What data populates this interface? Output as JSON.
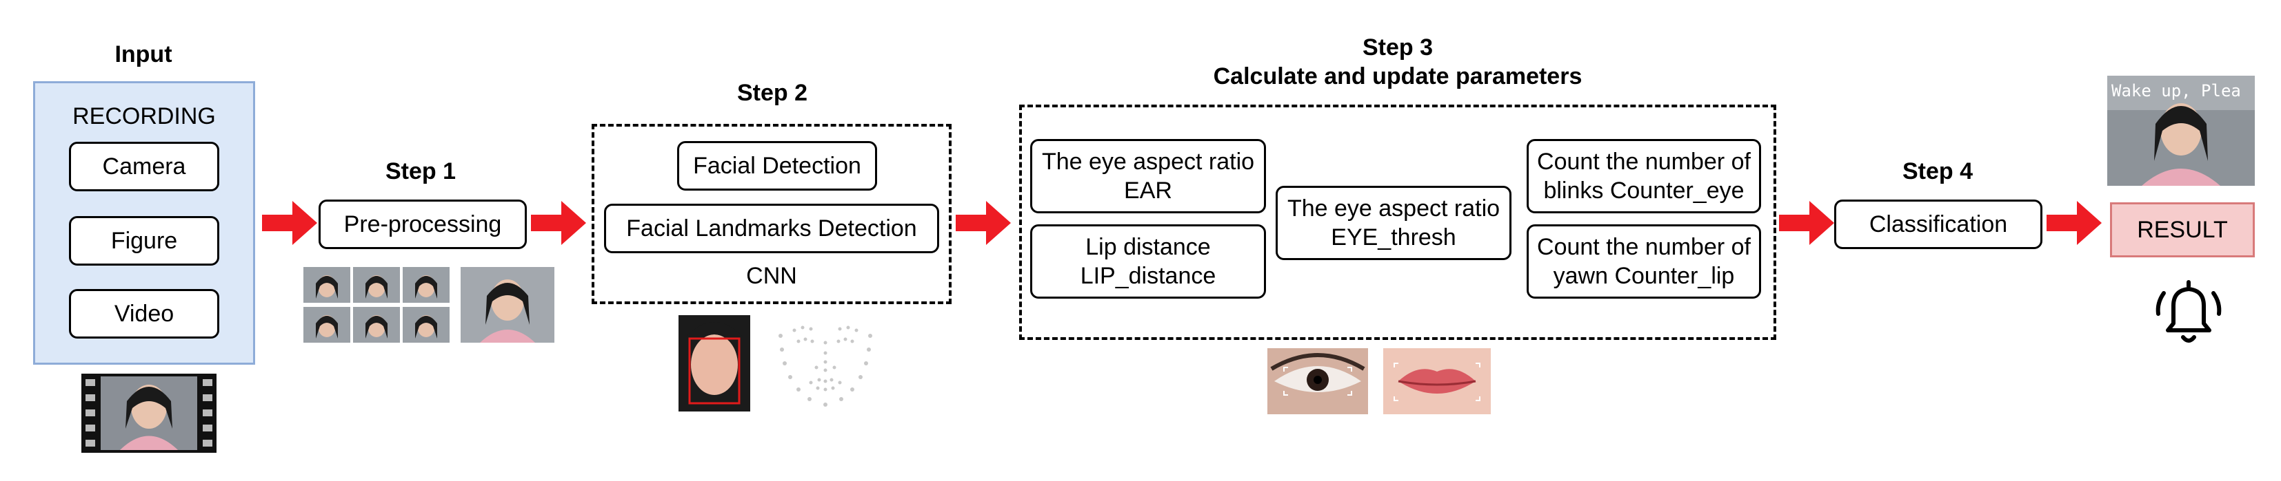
{
  "input": {
    "title": "Input",
    "panel_label": "RECORDING",
    "sources": [
      "Camera",
      "Figure",
      "Video"
    ]
  },
  "step1": {
    "title": "Step 1",
    "box": "Pre-processing"
  },
  "step2": {
    "title": "Step 2",
    "box_detection": "Facial Detection",
    "box_landmarks": "Facial Landmarks Detection",
    "model": "CNN"
  },
  "step3": {
    "title": "Step 3",
    "subtitle": "Calculate and update parameters",
    "ear_box": [
      "The eye aspect ratio",
      "EAR"
    ],
    "lip_box": [
      "Lip distance",
      "LIP_distance"
    ],
    "thresh_box": [
      "The eye aspect ratio",
      "EYE_thresh"
    ],
    "blink_box": [
      "Count the number of",
      "blinks Counter_eye"
    ],
    "yawn_box": [
      "Count the number of",
      "yawn Counter_lip"
    ]
  },
  "step4": {
    "title": "Step 4",
    "box": "Classification"
  },
  "output": {
    "result": "RESULT",
    "overlay_text": "Wake up, Plea",
    "icon": "alarm-bell-icon"
  },
  "colors": {
    "arrow": "#ee1c24",
    "input_fill": "#dce8f8",
    "result_fill": "#f6cccc"
  }
}
